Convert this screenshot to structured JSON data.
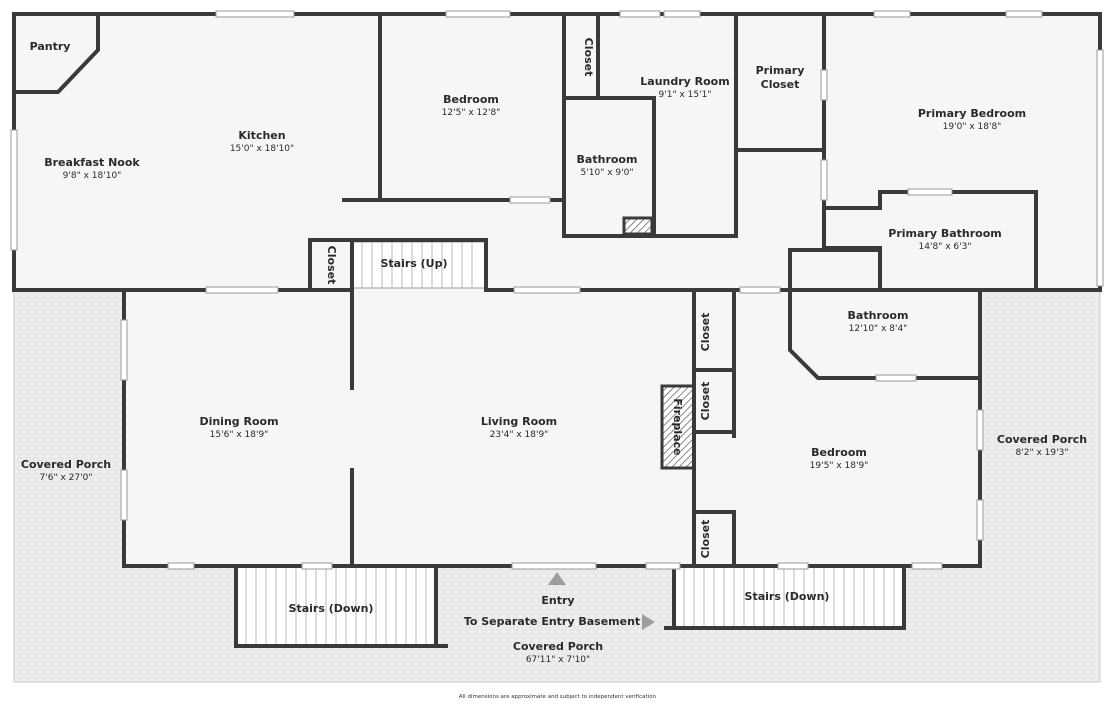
{
  "rooms": {
    "pantry": {
      "name": "Pantry"
    },
    "kitchen": {
      "name": "Kitchen",
      "dim": "15'0\" x 18'10\""
    },
    "breakfast_nook": {
      "name": "Breakfast Nook",
      "dim": "9'8\" x 18'10\""
    },
    "bedroom_north": {
      "name": "Bedroom",
      "dim": "12'5\" x 12'8\""
    },
    "closet_north": {
      "name": "Closet"
    },
    "laundry": {
      "name": "Laundry Room",
      "dim": "9'1\" x 15'1\""
    },
    "bathroom_north": {
      "name": "Bathroom",
      "dim": "5'10\" x 9'0\""
    },
    "primary_closet": {
      "name_line1": "Primary",
      "name_line2": "Closet"
    },
    "primary_bedroom": {
      "name": "Primary Bedroom",
      "dim": "19'0\" x 18'8\""
    },
    "primary_bathroom": {
      "name": "Primary Bathroom",
      "dim": "14'8\" x 6'3\""
    },
    "closet_stairs": {
      "name": "Closet"
    },
    "stairs_up": {
      "name": "Stairs (Up)"
    },
    "dining_room": {
      "name": "Dining Room",
      "dim": "15'6\" x 18'9\""
    },
    "living_room": {
      "name": "Living Room",
      "dim": "23'4\" x 18'9\""
    },
    "fireplace": {
      "name": "Fireplace"
    },
    "closet_east_1": {
      "name": "Closet"
    },
    "closet_east_2": {
      "name": "Closet"
    },
    "closet_east_3": {
      "name": "Closet"
    },
    "bathroom_east": {
      "name": "Bathroom",
      "dim": "12'10\" x 8'4\""
    },
    "bedroom_east": {
      "name": "Bedroom",
      "dim": "19'5\" x 18'9\""
    },
    "covered_porch_west": {
      "name": "Covered Porch",
      "dim": "7'6\" x 27'0\""
    },
    "covered_porch_east": {
      "name": "Covered Porch",
      "dim": "8'2\" x 19'3\""
    },
    "covered_porch_south": {
      "name": "Covered Porch",
      "dim": "67'11\" x 7'10\""
    },
    "stairs_down_west": {
      "name": "Stairs (Down)"
    },
    "stairs_down_east": {
      "name": "Stairs (Down)"
    }
  },
  "markers": {
    "entry": "Entry",
    "basement": "To Separate Entry Basement"
  },
  "footnote": "All dimensions are approximate and subject to independent verification",
  "colors": {
    "wall": "#3a3a3a",
    "floor": "#f6f6f6",
    "porch": "#eeeeee",
    "arrow": "#9e9e9e"
  }
}
